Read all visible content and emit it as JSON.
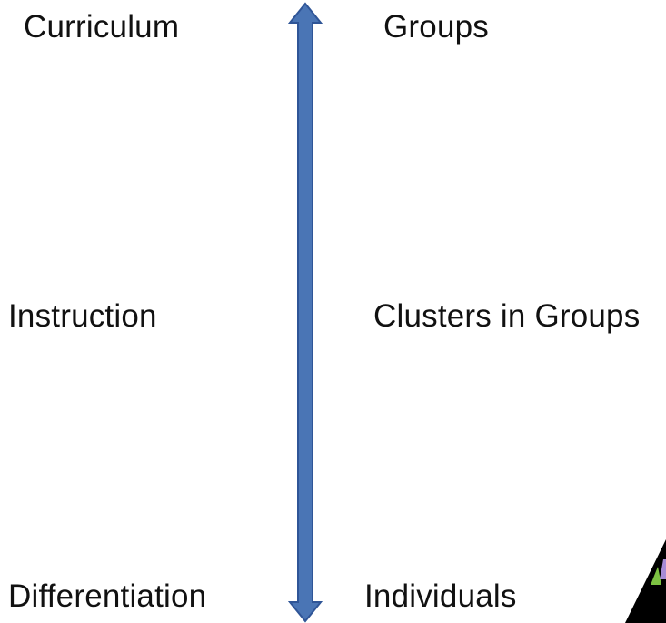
{
  "left_column": {
    "top": "Curriculum",
    "middle": "Instruction",
    "bottom": "Differentiation"
  },
  "right_column": {
    "top": "Groups",
    "middle": "Clusters in Groups",
    "bottom": "Individuals"
  },
  "arrow": {
    "direction": "bidirectional-vertical",
    "fill_color": "#4a75b5",
    "stroke_color": "#2f5597"
  },
  "corner_graphic": {
    "icon": "triangle-icon",
    "colors": [
      "#000000",
      "#7cc242",
      "#a78bd6"
    ]
  }
}
